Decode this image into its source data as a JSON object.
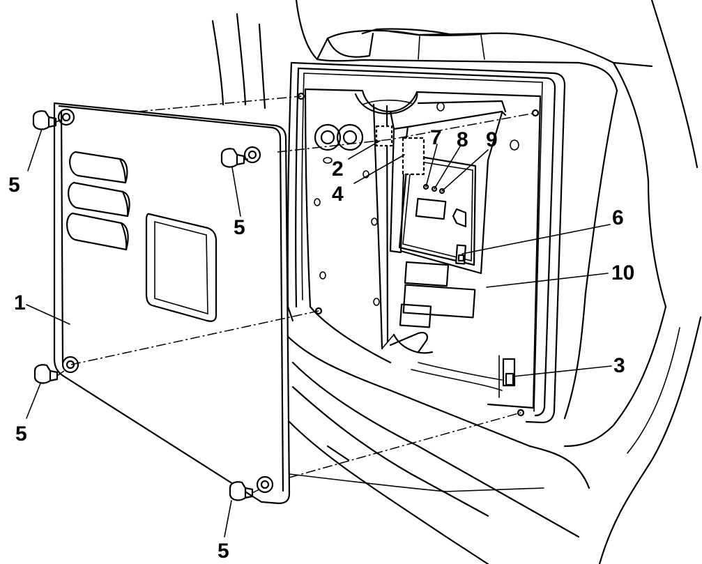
{
  "callouts": {
    "c1": "1",
    "c2": "2",
    "c3": "3",
    "c4": "4",
    "c5a": "5",
    "c5b": "5",
    "c5c": "5",
    "c5d": "5",
    "c6": "6",
    "c7": "7",
    "c8": "8",
    "c9": "9",
    "c10": "10"
  }
}
